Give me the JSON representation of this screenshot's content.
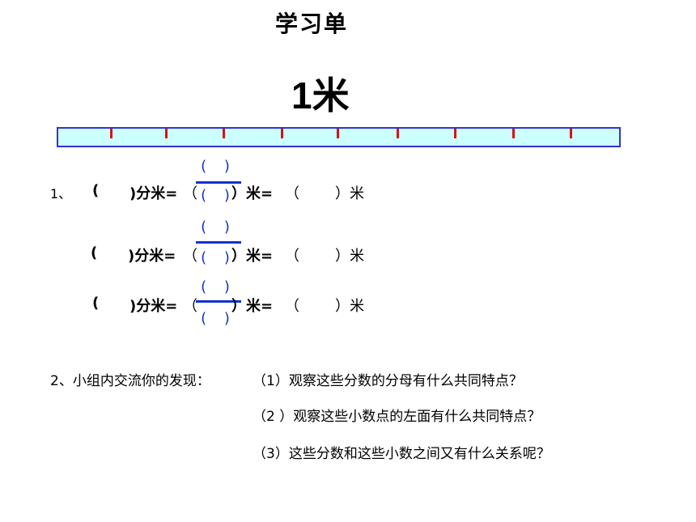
{
  "header": {
    "title": "学习单",
    "subtitle": "1米"
  },
  "ruler": {
    "ticks": 9,
    "colors": {
      "fill": "#ccffff",
      "border": "#3333cc",
      "tick": "#dd1111"
    }
  },
  "section1": {
    "number": "1、",
    "rows": [
      {
        "open": "(",
        "close": ")分米=",
        "frac_open": "（",
        "frac_close": "）米=",
        "dec_open": "（",
        "dec_close": "）米",
        "num": "( )",
        "den": "( )"
      },
      {
        "open": "(",
        "close": ")分米=",
        "frac_open": "（",
        "frac_close": "）米=",
        "dec_open": "（",
        "dec_close": "）米",
        "num": "( )",
        "den": "( )"
      },
      {
        "open": "(",
        "close": ")分米=",
        "frac_open": "（",
        "frac_close": "）米=",
        "dec_open": "（",
        "dec_close": "）米",
        "num": "( )",
        "den": "( )"
      }
    ]
  },
  "section2": {
    "label": "2、小组内交流你的发现：",
    "questions": [
      "（1）观察这些分数的分母有什么共同特点？",
      "（2 ）观察这些小数点的左面有什么共同特点？",
      "（3）这些分数和这些小数之间又有什么关系呢？"
    ]
  }
}
